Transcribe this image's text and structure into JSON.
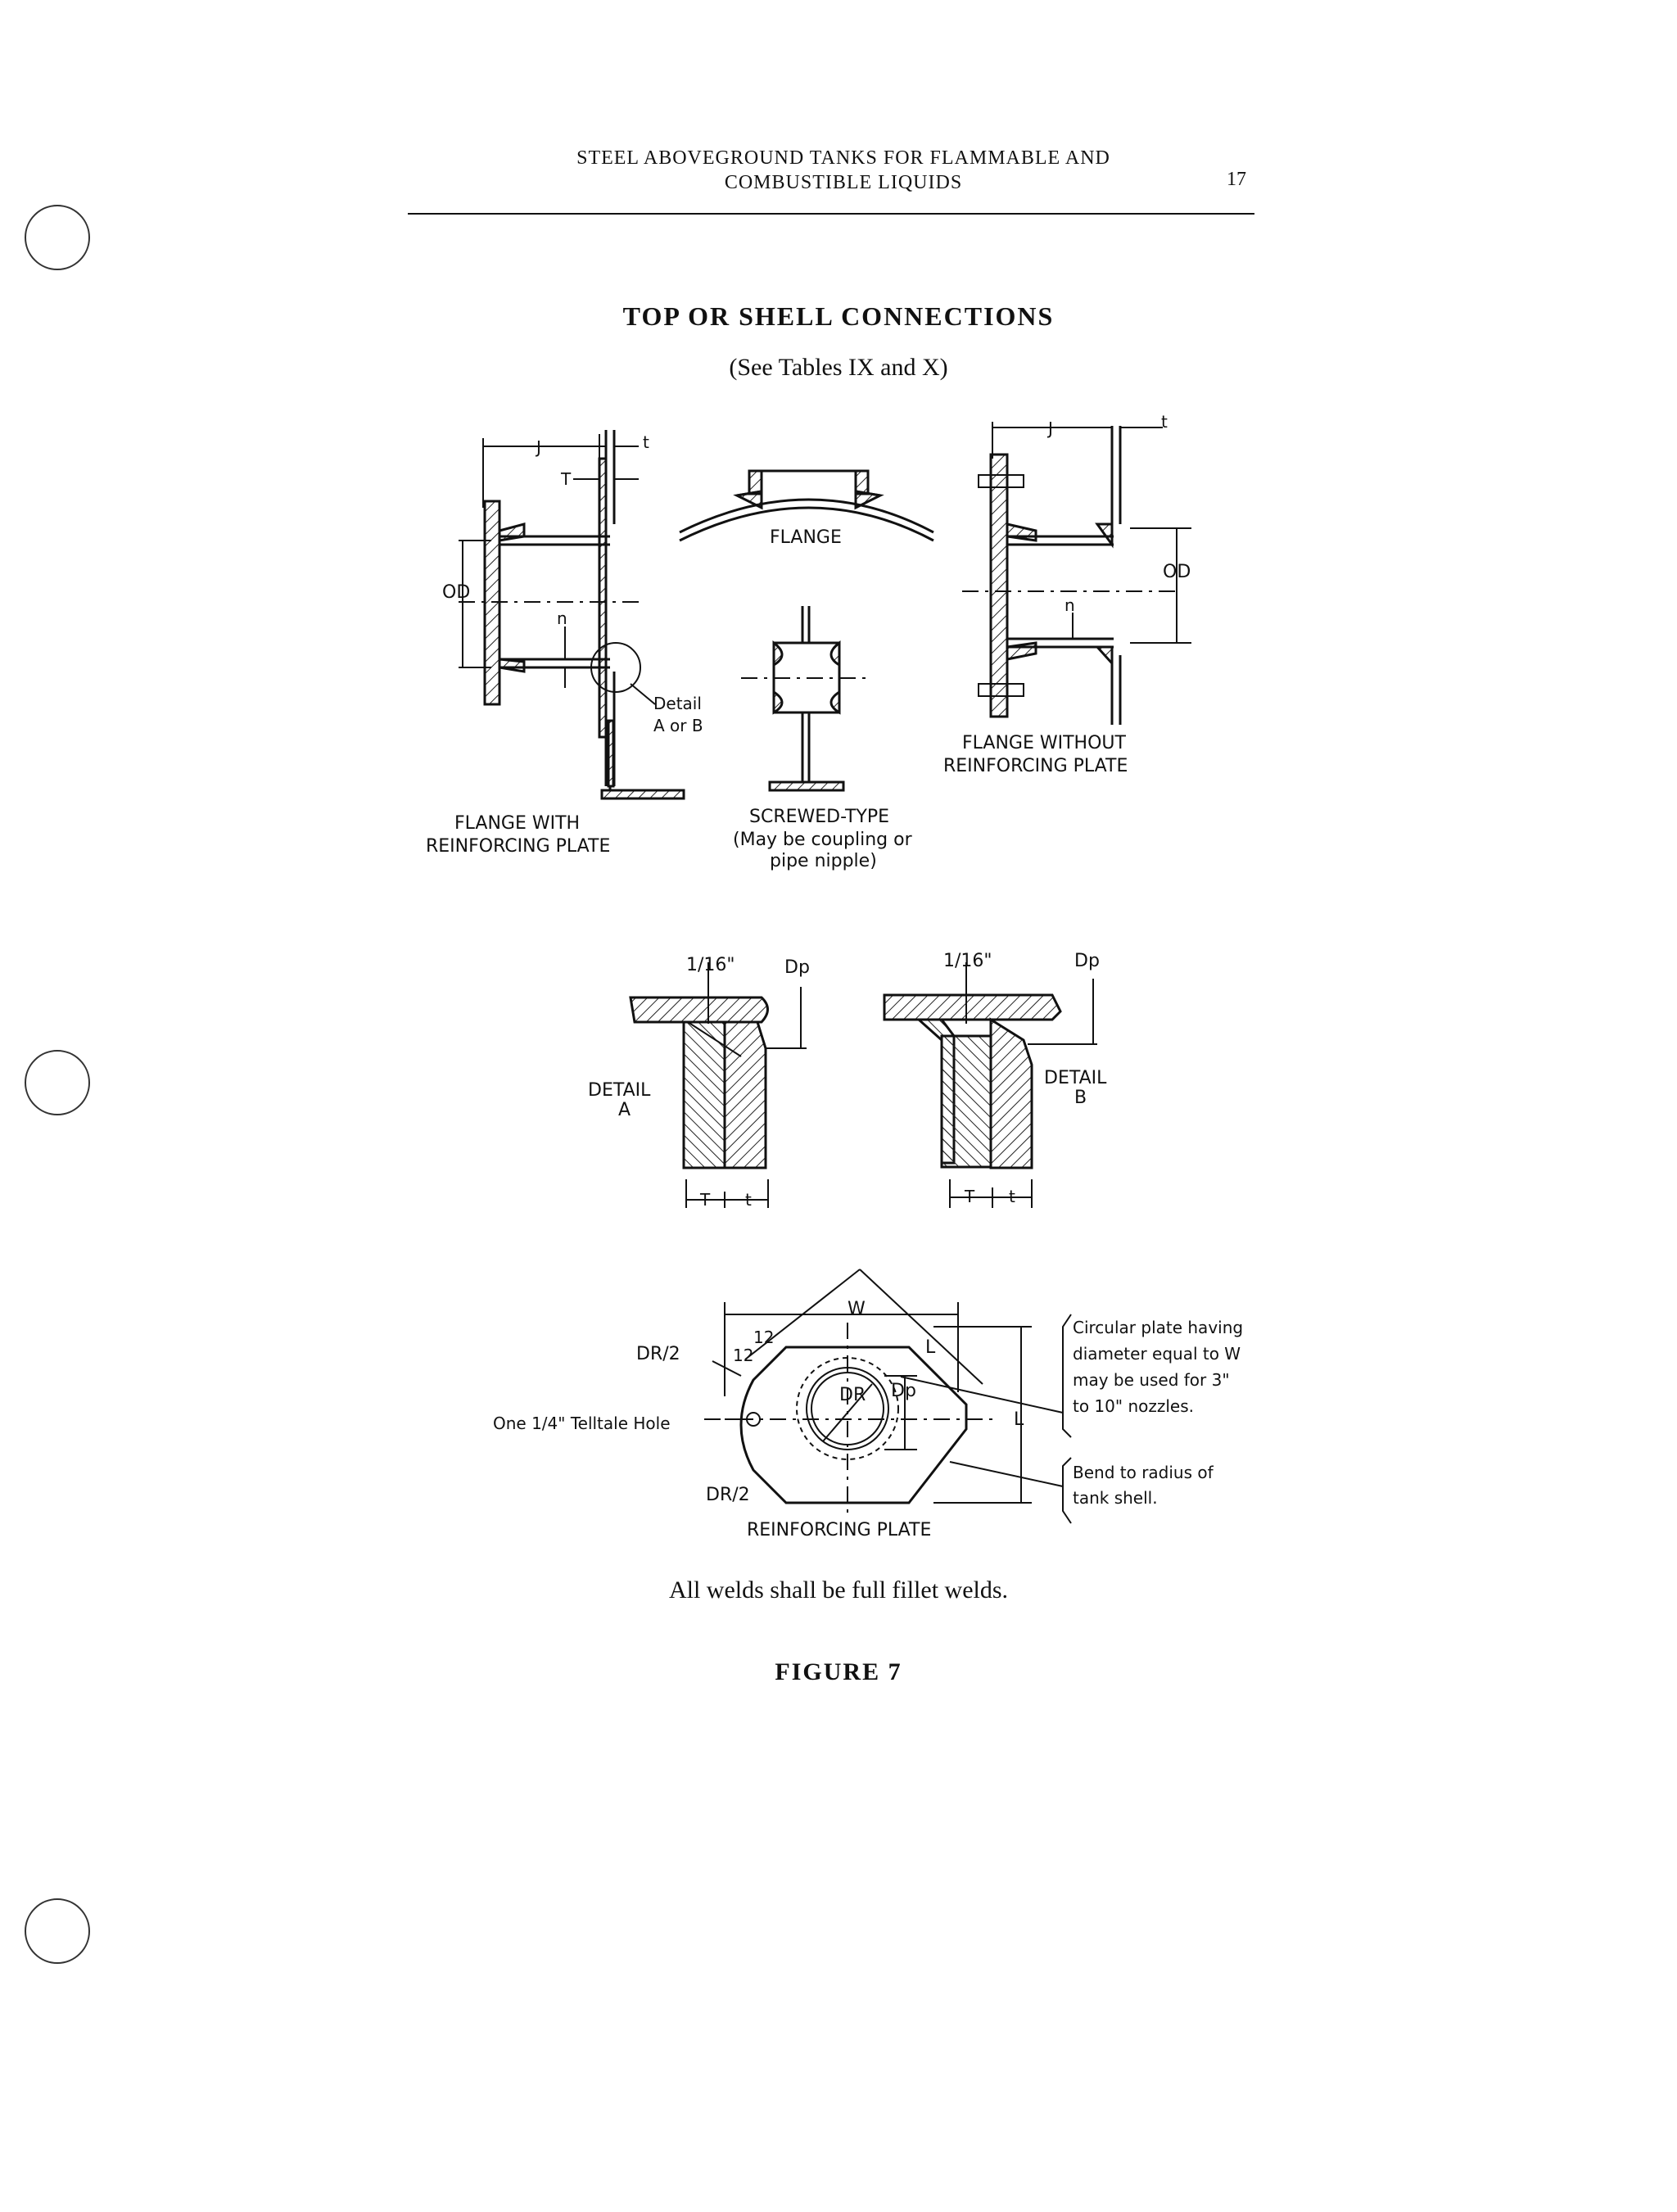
{
  "header": {
    "line1": "STEEL ABOVEGROUND TANKS FOR FLAMMABLE AND",
    "line2": "COMBUSTIBLE LIQUIDS",
    "page_number": "17"
  },
  "title": "TOP OR SHELL CONNECTIONS",
  "subtitle": "(See Tables IX and X)",
  "labels": {
    "flange_with_1": "FLANGE WITH",
    "flange_with_2": "REINFORCING PLATE",
    "flange": "FLANGE",
    "screwed_1": "SCREWED-TYPE",
    "screwed_2": "(May be coupling or",
    "screwed_3": "pipe nipple)",
    "flange_without_1": "FLANGE WITHOUT",
    "flange_without_2": "REINFORCING PLATE",
    "detail_ab_1": "Detail",
    "detail_ab_2": "A or B",
    "detail_a_1": "DETAIL",
    "detail_a_2": "A",
    "detail_b_1": "DETAIL",
    "detail_b_2": "B",
    "reinforcing_plate": "REINFORCING PLATE",
    "circular_1": "Circular plate having",
    "circular_2": "diameter equal to W",
    "circular_3": "may be used for 3\"",
    "circular_4": "to 10\" nozzles.",
    "bend_1": "Bend to radius of",
    "bend_2": "tank shell.",
    "telltale": "One 1/4\" Telltale Hole"
  },
  "dims": {
    "J": "J",
    "T": "T",
    "t": "t",
    "OD": "OD",
    "n": "n",
    "sixteenth": "1/16\"",
    "Dp": "Dp",
    "W": "W",
    "L": "L",
    "twelve": "12",
    "DR": "DR",
    "DR2": "DR/2"
  },
  "caption": "All welds shall be full fillet welds.",
  "figure": "FIGURE 7"
}
